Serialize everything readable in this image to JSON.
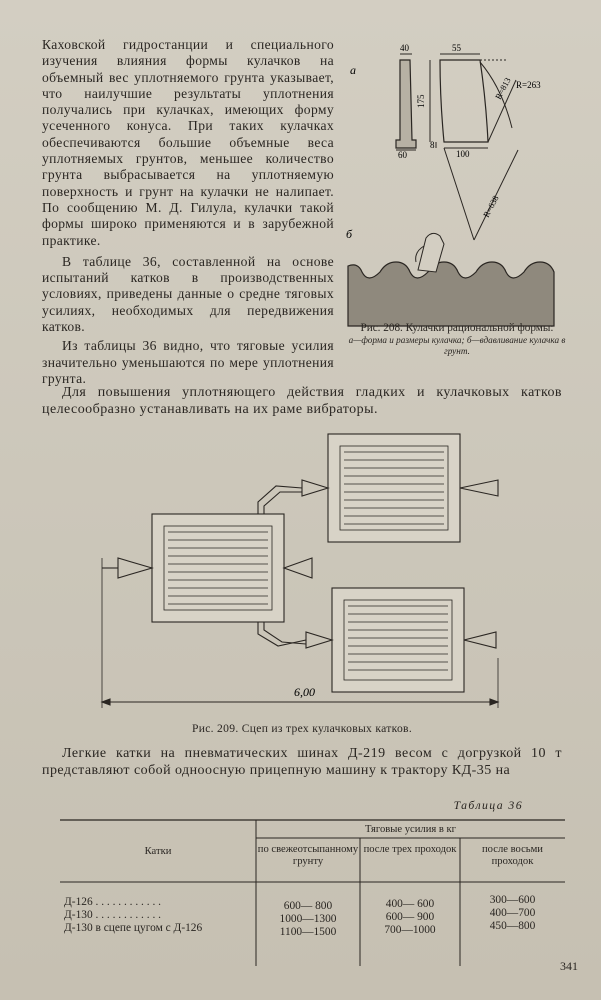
{
  "left_column": {
    "paragraph_1": "Каховской гидростанции и специального изучения влияния формы кулачков на объемный вес уплотняемого грунта указывает, что наилучшие результаты уплотнения получались при кулачках, имеющих форму усеченного конуса. При таких кулачках обеспечиваются большие объемные веса уплотняемых грунтов, меньшее количество грунта выбрасывается на уплотняемую поверхность и грунт на кулачки не налипает. По сообщению М. Д. Гилула, кулачки такой формы широко применяются и в зарубежной практике.",
    "paragraph_2": "В таблице 36, составленной на основе испытаний катков в производственных условиях, приведены данные о средне тяговых усилиях, необходимых для передвижения катков.",
    "paragraph_3": "Из таблицы 36 видно, что тяговые усилия значительно уменьшаются по мере уплотнения грунта."
  },
  "wide_text": {
    "paragraph_4": "Для повышения уплотняющего действия гладких и кулачковых катков целесообразно устанавливать на их раме вибраторы.",
    "paragraph_5": "Легкие катки на пневматических шинах Д-219 весом с догрузкой 10 т представляют собой одноосную прицепную машину к трактору КД-35 на"
  },
  "figure_208": {
    "label_a": "а",
    "label_b": "б",
    "dim_40": "40",
    "dim_55": "55",
    "dim_175": "175",
    "dim_60": "60",
    "dim_8": "8",
    "dim_100": "100",
    "dim_r813": "R=813",
    "dim_r263": "R=263",
    "dim_r638": "R=638",
    "caption_title": "Рис. 208. Кулачки рациональной формы:",
    "caption_sub": "а—форма и размеры кулачка; б—вдавливание кулачка в грунт."
  },
  "figure_209": {
    "dimension_label": "6,00",
    "caption": "Рис. 209. Сцеп из трех кулачковых катков."
  },
  "table_36": {
    "title": "Таблица 36",
    "header_katki": "Катки",
    "header_group": "Тяговые усилия в кг",
    "header_col1": "по свежеотсыпанному грунту",
    "header_col2": "после трех проходок",
    "header_col3": "после восьми проходок",
    "rows": [
      {
        "name": "Д-126 . . . . . . . . . . . .",
        "c1": "600— 800",
        "c2": "400— 600",
        "c3": "300—600"
      },
      {
        "name": "Д-130 . . . . . . . . . . . .",
        "c1": "1000—1300",
        "c2": "600— 900",
        "c3": "400—700"
      },
      {
        "name": "Д-130 в сцепе цугом с Д-126",
        "c1": "1100—1500",
        "c2": "700—1000",
        "c3": "450—800"
      }
    ]
  },
  "page_number": "341"
}
